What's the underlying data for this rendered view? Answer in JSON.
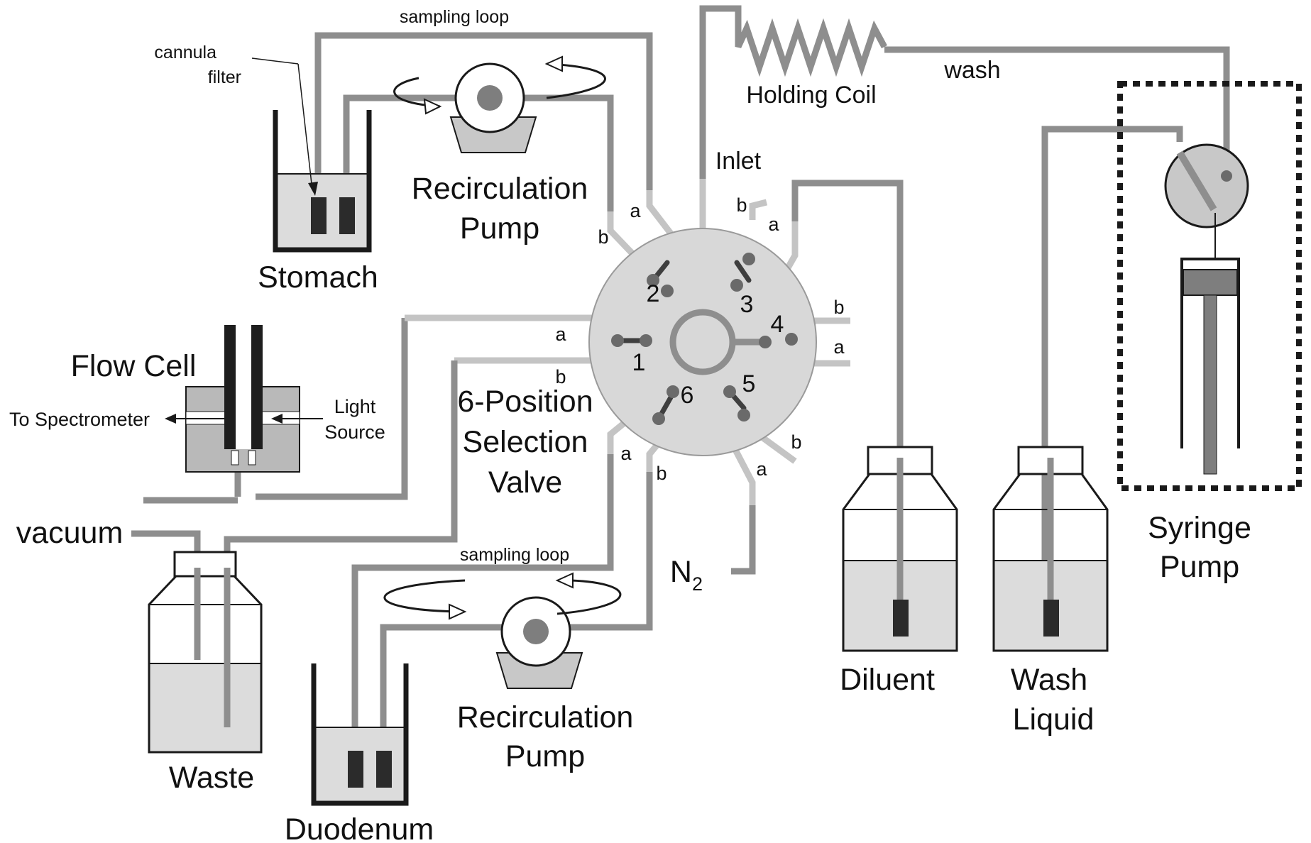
{
  "labels": {
    "sampling_loop_top": "sampling loop",
    "cannula_filter": [
      "cannula",
      "filter"
    ],
    "recirc_pump_top": [
      "Recirculation",
      "Pump"
    ],
    "stomach": "Stomach",
    "flow_cell": "Flow Cell",
    "to_spectrometer": "To Spectrometer",
    "light_source": [
      "Light",
      "Source"
    ],
    "valve_name": [
      "6-Position",
      "Selection",
      "Valve"
    ],
    "vacuum": "vacuum",
    "waste": "Waste",
    "sampling_loop_bottom": "sampling loop",
    "recirc_pump_bottom": [
      "Recirculation",
      "Pump"
    ],
    "duodenum": "Duodenum",
    "n2": "N",
    "n2_sub": "2",
    "inlet": "Inlet",
    "holding_coil": "Holding Coil",
    "wash": "wash",
    "diluent": "Diluent",
    "wash_liquid": [
      "Wash",
      "Liquid"
    ],
    "syringe_pump": [
      "Syringe",
      "Pump"
    ]
  },
  "valve_ports": [
    {
      "number": "1",
      "a": "a",
      "b": "b"
    },
    {
      "number": "2",
      "a": "a",
      "b": "b"
    },
    {
      "number": "3",
      "a": "a",
      "b": "b"
    },
    {
      "number": "4",
      "a": "a",
      "b": "b"
    },
    {
      "number": "5",
      "a": "a",
      "b": "b"
    },
    {
      "number": "6",
      "a": "a",
      "b": "b"
    }
  ],
  "colors": {
    "tubing": "#8e8e8e",
    "tubing_light": "#c4c4c4",
    "valve_body": "#d8d8d8",
    "liquid": "#dcdcdc",
    "filter": "#2b2b2b"
  }
}
